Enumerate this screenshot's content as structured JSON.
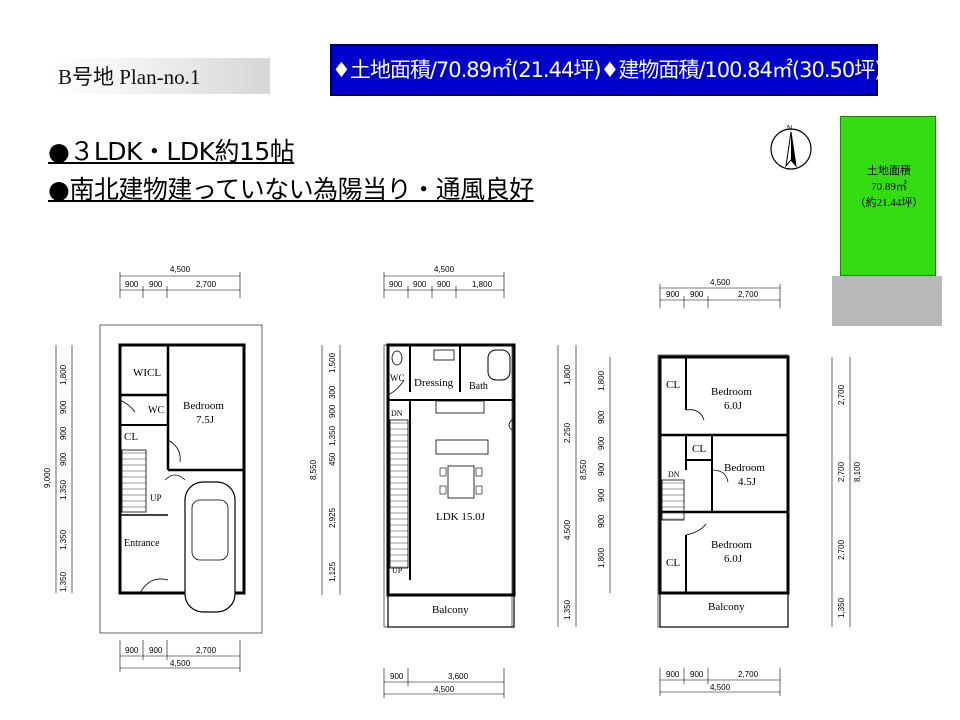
{
  "header": {
    "title": "B号地  Plan-no.1",
    "area_banner": "♦土地面積/70.89㎡(21.44坪)♦建物面積/100.84㎡(30.50坪)"
  },
  "features": {
    "line1": "●３LDK・LDK約15帖",
    "line2": "●南北建物建っていない為陽当り・通風良好"
  },
  "land_diagram": {
    "label": "土地面積",
    "value": "70.89㎡",
    "tsubo": "（約21.44坪）",
    "compass_letter": "N"
  },
  "colors": {
    "banner": "#0000cc",
    "land": "#33dd11",
    "road": "#b8b8b8"
  },
  "floor1": {
    "top_total": "4,500",
    "top_dims": [
      "900",
      "900",
      "2,700"
    ],
    "bottom_dims": [
      "900",
      "900",
      "2,700"
    ],
    "bottom_total": "4,500",
    "left_dims": [
      "1,800",
      "900",
      "900",
      "900",
      "1,350",
      "1,350",
      "1,350"
    ],
    "left_total": "9,000",
    "rooms": {
      "wicl": "WICL",
      "wc": "WC",
      "cl": "CL",
      "bedroom": "Bedroom",
      "bedroom_size": "7.5J",
      "up": "UP",
      "entrance": "Entrance"
    }
  },
  "floor2": {
    "top_total": "4,500",
    "top_dims": [
      "900",
      "900",
      "900",
      "1,800"
    ],
    "bottom_dims": [
      "900",
      "3,600"
    ],
    "bottom_total": "4,500",
    "left_dims": [
      "1,500",
      "300",
      "900",
      "1,350",
      "450",
      "2,925",
      "1,125"
    ],
    "left_total": "8,550",
    "right_dims": [
      "1,800",
      "2,250",
      "4,500",
      "1,350"
    ],
    "right_total": "8,550",
    "rooms": {
      "wc": "WC",
      "dressing": "Dressing",
      "bath": "Bath",
      "dn": "DN",
      "ldk": "LDK  15.0J",
      "up": "UP",
      "balcony": "Balcony"
    }
  },
  "floor3": {
    "top_total": "4,500",
    "top_dims": [
      "900",
      "900",
      "2,700"
    ],
    "bottom_dims": [
      "900",
      "900",
      "2,700"
    ],
    "bottom_total": "4,500",
    "left_dims": [
      "1,800",
      "900",
      "900",
      "900",
      "900",
      "900",
      "1,800"
    ],
    "right_dims": [
      "2,700",
      "2,700",
      "2,700",
      "1,350"
    ],
    "right_total": "8,100",
    "rooms": {
      "cl1": "CL",
      "bedroom1": "Bedroom",
      "bedroom1_size": "6.0J",
      "cl2": "CL",
      "bedroom2": "Bedroom",
      "bedroom2_size": "4.5J",
      "dn": "DN",
      "cl3": "CL",
      "bedroom3": "Bedroom",
      "bedroom3_size": "6.0J",
      "balcony": "Balcony"
    }
  }
}
